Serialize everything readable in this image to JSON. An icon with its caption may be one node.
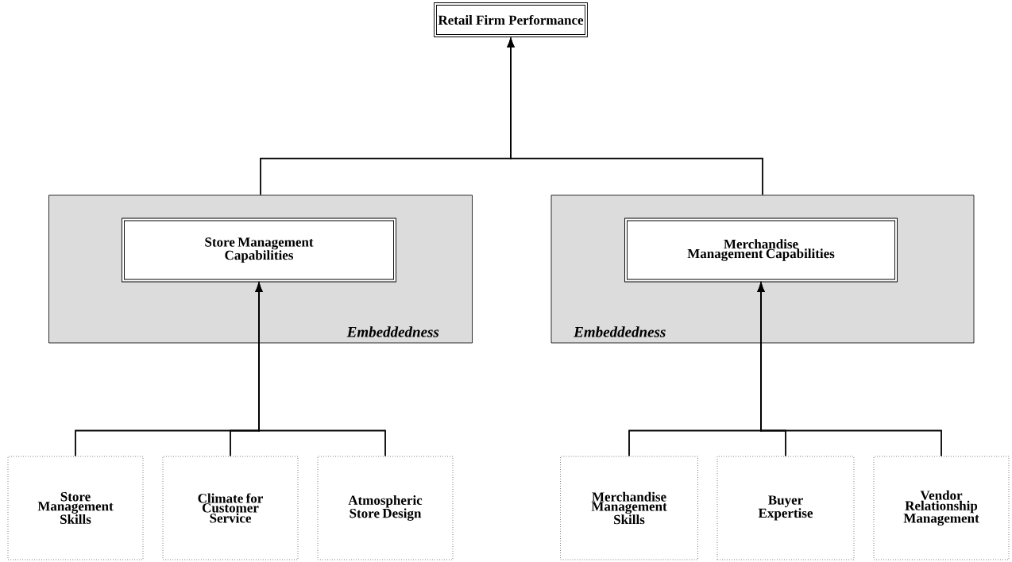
{
  "diagram": {
    "nodes": [
      {
        "text": [
          "Retail Firm Performance"
        ]
      },
      {
        "text": [
          "Embeddedness"
        ]
      },
      {
        "text": [
          "Store Management Capabilities"
        ],
        "in": 1
      },
      {
        "text": [
          "Embeddedness"
        ]
      },
      {
        "text": [
          "Merchandise Management Capabilities"
        ],
        "in": 3
      },
      {
        "text": [
          "Store Management Skills"
        ]
      },
      {
        "text": [
          "Climate for Customer Service"
        ]
      },
      {
        "text": [
          "Atmospheric Store Design"
        ]
      },
      {
        "text": [
          "Merchandise Management Skills"
        ]
      },
      {
        "text": [
          "Buyer Expertise"
        ]
      },
      {
        "text": [
          "Vendor Relationship Management"
        ]
      }
    ],
    "edges": [
      {
        "from": 1,
        "to": 0,
        "arrow": "to"
      },
      {
        "from": 3,
        "to": 0,
        "arrow": "to"
      },
      {
        "from": 5,
        "to": 2,
        "arrow": "to"
      },
      {
        "from": 6,
        "to": 2,
        "arrow": "to"
      },
      {
        "from": 7,
        "to": 2,
        "arrow": "to"
      },
      {
        "from": 8,
        "to": 4,
        "arrow": "to"
      },
      {
        "from": 9,
        "to": 4,
        "arrow": "to"
      },
      {
        "from": 10,
        "to": 4,
        "arrow": "to"
      }
    ]
  }
}
